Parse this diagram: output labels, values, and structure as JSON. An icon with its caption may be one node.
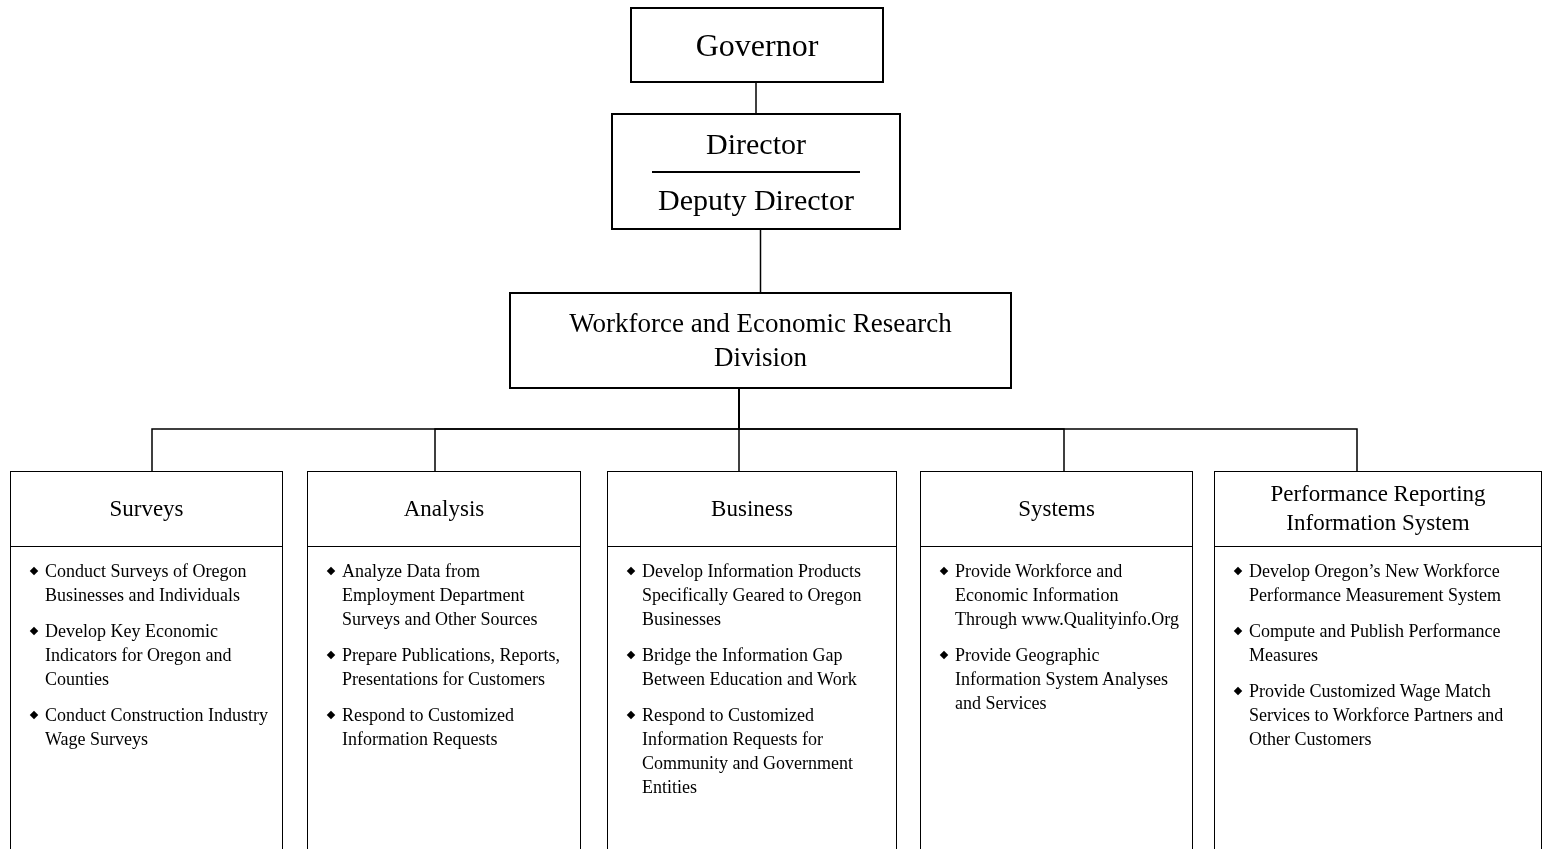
{
  "diagram": {
    "nodes": [
      {
        "text": [
          "Governor"
        ]
      },
      {
        "text": [
          "Director",
          "Deputy Director"
        ]
      },
      {
        "text": [
          "Workforce and Economic Research Division"
        ]
      },
      {
        "text": [
          "Surveys",
          "Conduct Surveys of Oregon Businesses and Individuals",
          "Develop Key Economic Indicators for Oregon and Counties",
          "Conduct Construction Industry Wage Surveys"
        ]
      },
      {
        "text": [
          "Analysis",
          "Analyze Data from Employment Department Surveys and Other Sources",
          "Prepare Publications, Reports, Presentations for Customers",
          "Respond to Customized Information Requests"
        ]
      },
      {
        "text": [
          "Business",
          "Develop Information Products Specifically Geared to Oregon Businesses",
          "Bridge the Information Gap Between Education and Work",
          "Respond to Customized Information Requests for Community and Government Entities"
        ]
      },
      {
        "text": [
          "Systems",
          "Provide Workforce and Economic Information Through www.Qualityinfo.Org",
          "Provide Geographic Information System Analyses and Services"
        ]
      },
      {
        "text": [
          "Performance Reporting Information System",
          "Develop Oregon’s New Workforce Performance Measurement System",
          "Compute and Publish Performance Measures",
          "Provide Customized Wage Match Services to Workforce Partners and Other Customers"
        ]
      }
    ],
    "edges": [
      {
        "from": 0,
        "to": 1,
        "arrow": "none"
      },
      {
        "from": 1,
        "to": 2,
        "arrow": "none"
      },
      {
        "from": 2,
        "to": 3,
        "arrow": "none"
      },
      {
        "from": 2,
        "to": 4,
        "arrow": "none"
      },
      {
        "from": 2,
        "to": 5,
        "arrow": "none"
      },
      {
        "from": 2,
        "to": 6,
        "arrow": "none"
      },
      {
        "from": 2,
        "to": 7,
        "arrow": "none"
      }
    ]
  }
}
